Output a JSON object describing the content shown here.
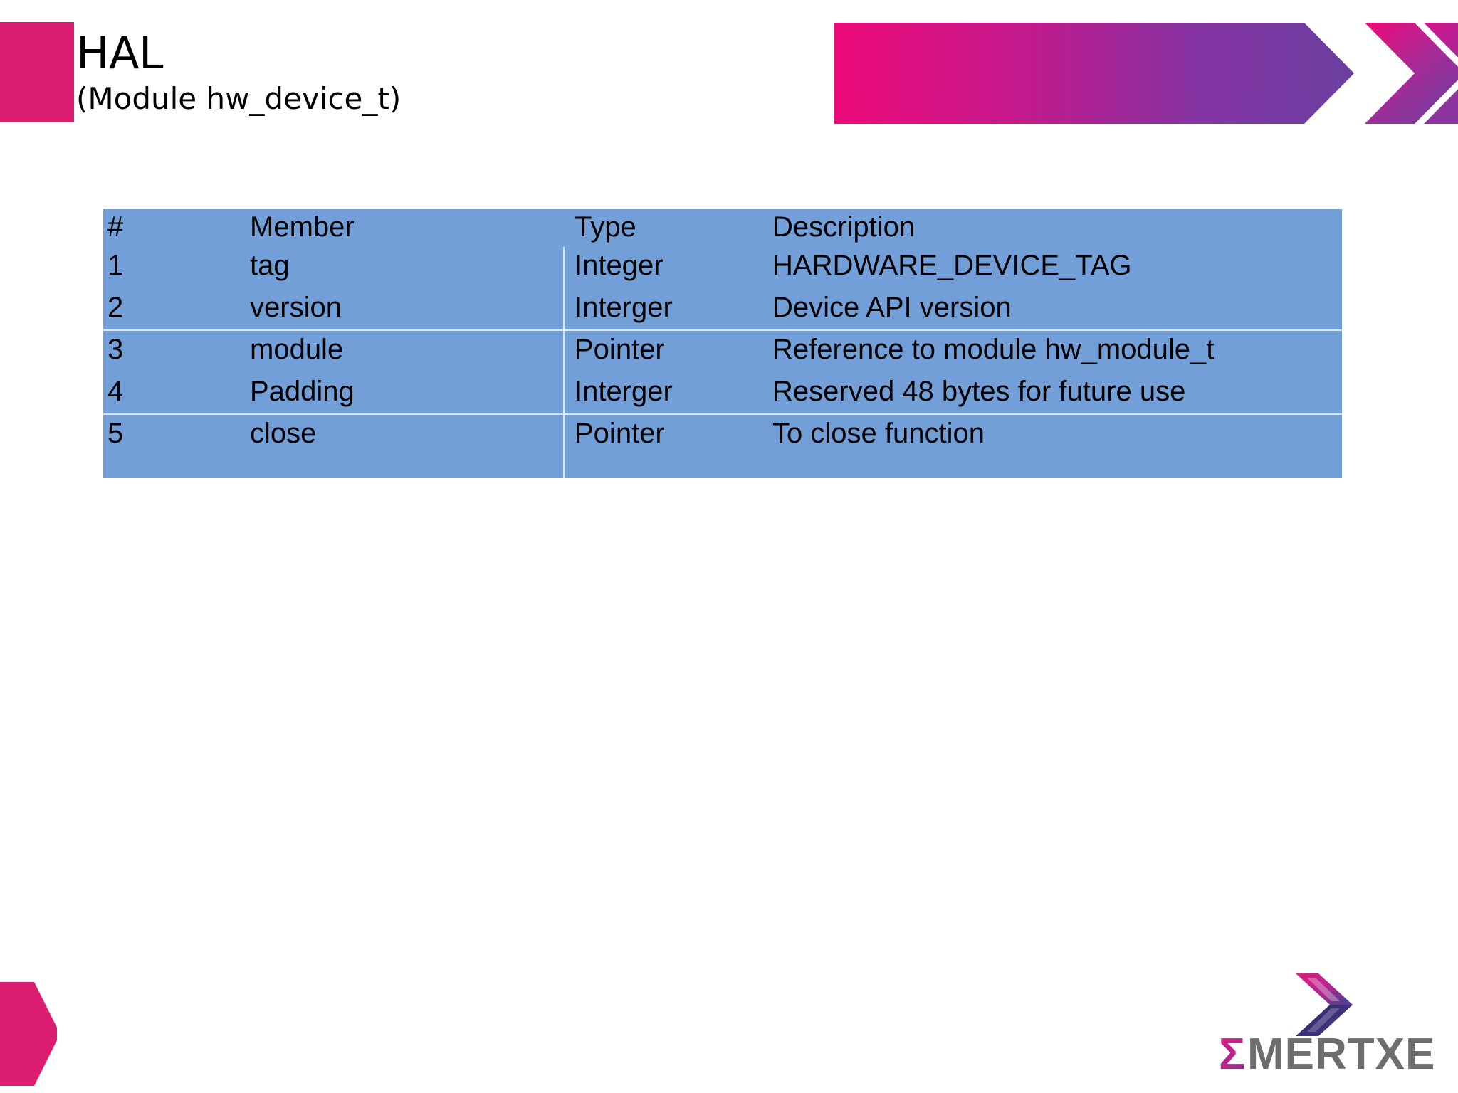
{
  "slide": {
    "title": "HAL",
    "subtitle": "(Module hw_device_t)"
  },
  "theme": {
    "pink": "#DC1E70",
    "banner_pink": "#EC0B79",
    "banner_purple": "#6B3FA0",
    "table_blue": "#729FD8",
    "table_divider": "#DDE8F5",
    "text": "#000000",
    "logo_grey": "#6E6E6E"
  },
  "table": {
    "headers": [
      "#",
      "Member",
      "Type",
      "Description"
    ],
    "rows": [
      {
        "num": "1",
        "member": "tag",
        "type": "Integer",
        "description": "HARDWARE_DEVICE_TAG"
      },
      {
        "num": "2",
        "member": "version",
        "type": "Interger",
        "description": "Device API version"
      },
      {
        "num": "3",
        "member": "module",
        "type": "Pointer",
        "description": "Reference to module hw_module_t"
      },
      {
        "num": "4",
        "member": "Padding",
        "type": "Interger",
        "description": "Reserved 48 bytes for future use"
      },
      {
        "num": "5",
        "member": "close",
        "type": "Pointer",
        "description": "To close function"
      }
    ]
  },
  "logo": {
    "sigma": "Σ",
    "wordmark": "MERTXE",
    "alt": "Emertxe"
  }
}
